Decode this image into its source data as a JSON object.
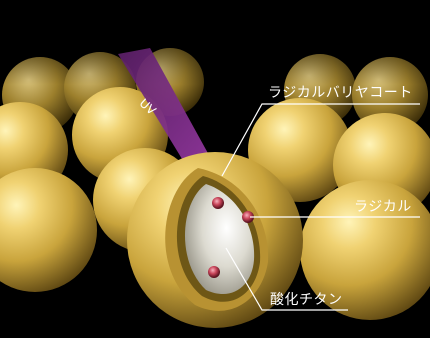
{
  "labels": {
    "uv": "UV",
    "coat": "ラジカルバリヤコート",
    "radical": "ラジカル",
    "titanium": "酸化チタン"
  },
  "colors": {
    "background": "#000000",
    "sphere_gold": "#d9b64a",
    "uv_beam": "#7b2b86",
    "core_white": "#ecebe2",
    "radical_red": "#c9455a",
    "line": "#ffffff"
  }
}
